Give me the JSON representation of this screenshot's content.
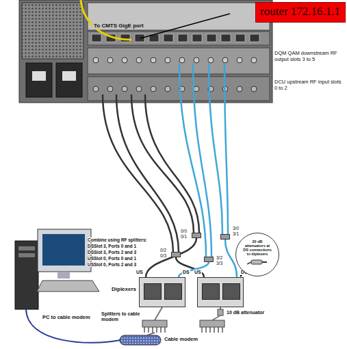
{
  "diagram": {
    "nodes": [
      {
        "text": [
          "router 172.16.1.1"
        ]
      },
      {
        "text": [
          "0/0",
          "0/1"
        ]
      },
      {
        "text": [
          "0/2",
          "0/3"
        ]
      },
      {
        "text": [
          "3/0",
          "3/1"
        ]
      },
      {
        "text": [
          "3/2",
          "3/3"
        ]
      },
      {
        "text": [
          "US",
          "DS"
        ]
      },
      {
        "text": [
          "US",
          "DS"
        ]
      },
      {
        "text": [
          "20 dB attenuators at DS connections to diplexers"
        ]
      }
    ],
    "edges": [
      {
        "from": 1,
        "to": 5,
        "arrow": "none"
      },
      {
        "from": 2,
        "to": 6,
        "arrow": "none"
      },
      {
        "from": 3,
        "to": 6,
        "arrow": "none"
      },
      {
        "from": 4,
        "to": 5,
        "arrow": "none"
      }
    ],
    "labels": [
      "To CMTS GigE port",
      "DQM QAM downstream RF output slots 3 to 5",
      "DCU upstream RF input slots 0 to 2",
      "Combine using RF splitters:",
      "DSSlot 3, Ports 0 and 1",
      "DSSlot 3, Ports 2 and 3",
      "USSlot 0, Ports 0 and 1",
      "USSlot 0, Ports 2 and 3",
      "Diplexers",
      "PC to cable modem",
      "Splitters to cable modem",
      "10 dB attenuator",
      "Cable modem"
    ]
  }
}
